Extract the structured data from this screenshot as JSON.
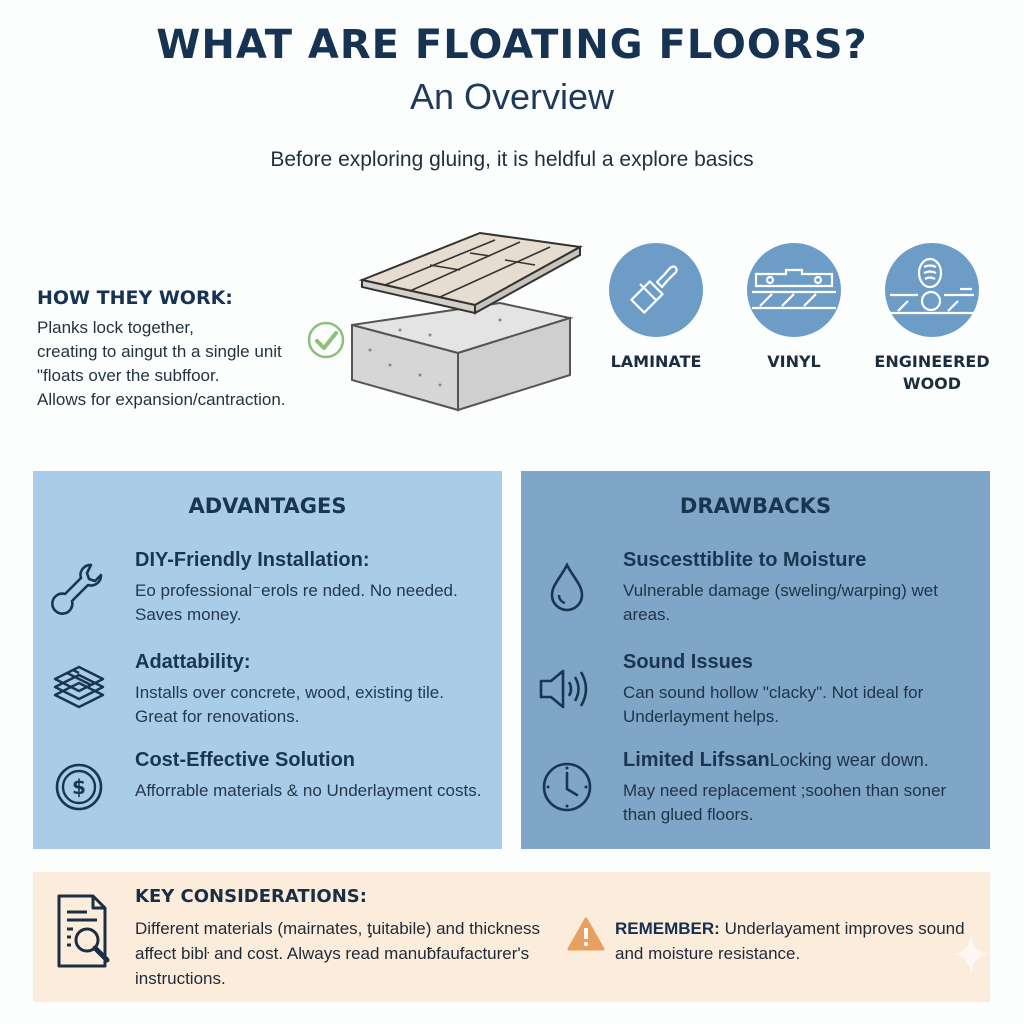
{
  "header": {
    "title": "WHAT ARE FLOATING FLOORS?",
    "subtitle": "An Overview",
    "intro": "Before exploring gluing, it is heldful a explore basics"
  },
  "how_they_work": {
    "heading": "HOW THEY WORK:",
    "lines": [
      "Planks lock together,",
      "creating to aingut th a single unit",
      "\"floats over the subffoor.",
      "Allows for expansion/cantraction."
    ],
    "illustration": {
      "icon": "check-circle-icon",
      "check_color": "#8bc07a",
      "plank_color": "#e6ddd0",
      "concrete_color": "#dedede"
    }
  },
  "floor_types": [
    {
      "label": "LAMINATE",
      "icon": "paintbrush-icon"
    },
    {
      "label": "VINYL",
      "icon": "level-tool-icon"
    },
    {
      "label_line1": "ENGINEERED",
      "label_line2": "WOOD",
      "icon": "footprint-icon"
    }
  ],
  "advantages": {
    "title": "ADVANTAGES",
    "color": "#a9cde8",
    "items": [
      {
        "icon": "wrench-icon",
        "title": "DIY-Friendly Installation:",
        "body": "Eo professional⁻erols re nded. No needed. Saves money."
      },
      {
        "icon": "layers-icon",
        "title": "Adattability:",
        "body": "Installs over concrete, wood, existing tile. Great for renovations."
      },
      {
        "icon": "dollar-coin-icon",
        "title": "Cost-Effective Solution",
        "body": "Afforrable materials & no Underlayment costs."
      }
    ]
  },
  "drawbacks": {
    "title": "DRAWBACKS",
    "color": "#7fa6c6",
    "items": [
      {
        "icon": "water-drop-icon",
        "title": "Suscesttiblite to Moisture",
        "body": "Vulnerable damage (sweling/warping) wet areas."
      },
      {
        "icon": "speaker-icon",
        "title": "Sound Issues",
        "body": "Can sound hollow \"clacky\". Not ideal for Underlayment helps."
      },
      {
        "icon": "clock-icon",
        "title": "Limited Lifssan",
        "title_suffix": "Locking wear down.",
        "body": "May need replacement ;soohen than soner than glued floors."
      }
    ]
  },
  "bottom": {
    "color": "#fcecdc",
    "key_title": "KEY CONSIDERATIONS:",
    "key_body": "Different materials (mairnates, ƫuitabile) and thickness affect bibŀ and cost. Always read manuƀfaufacturer's instructions.",
    "remember_label": "REMEMBER:",
    "remember_body": " Underlayament improves sound and moisture resistance.",
    "warning_color": "#e8a060"
  }
}
